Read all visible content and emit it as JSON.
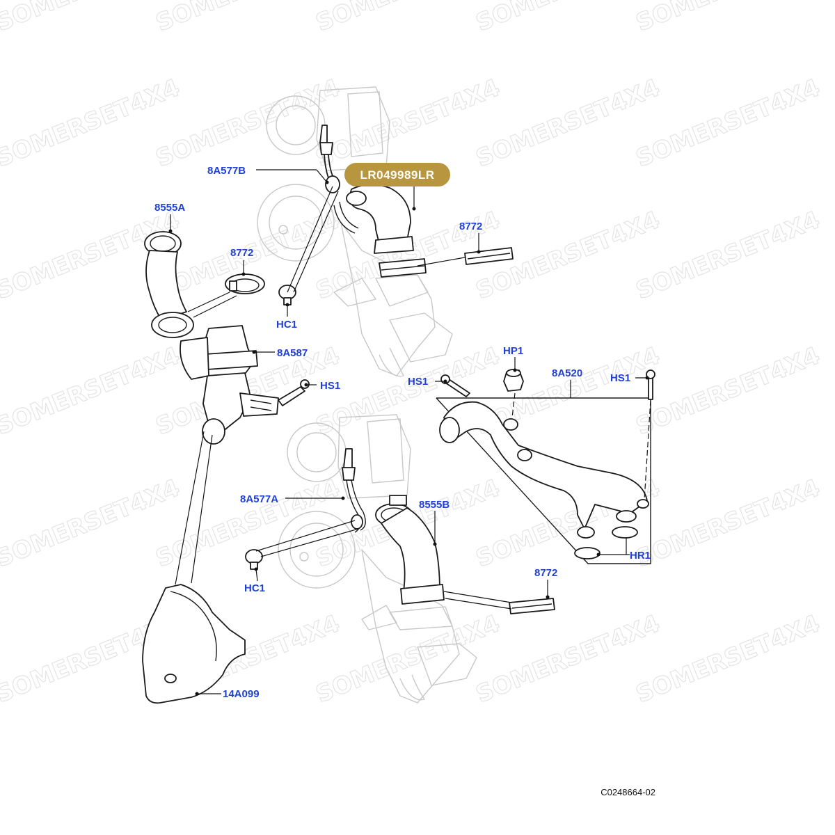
{
  "watermark": {
    "text": "SOMERSET4X4"
  },
  "highlight": {
    "part_number": "LR049989LR",
    "color": "#b8953f"
  },
  "labels": {
    "l_8a577b": "8A577B",
    "l_8555a": "8555A",
    "l_8772_a": "8772",
    "l_8772_b": "8772",
    "l_hc1_a": "HC1",
    "l_8a587": "8A587",
    "l_hs1_a": "HS1",
    "l_hp1": "HP1",
    "l_8a520": "8A520",
    "l_hs1_b": "HS1",
    "l_hs1_c": "HS1",
    "l_8a577a": "8A577A",
    "l_8555b": "8555B",
    "l_hc1_b": "HC1",
    "l_hr1": "HR1",
    "l_8772_c": "8772",
    "l_14a099": "14A099"
  },
  "diagram_ref": "C0248664-02",
  "colors": {
    "label": "#1f3fd6",
    "ghost": "#c8c8c8",
    "line": "#1a1a1a"
  }
}
